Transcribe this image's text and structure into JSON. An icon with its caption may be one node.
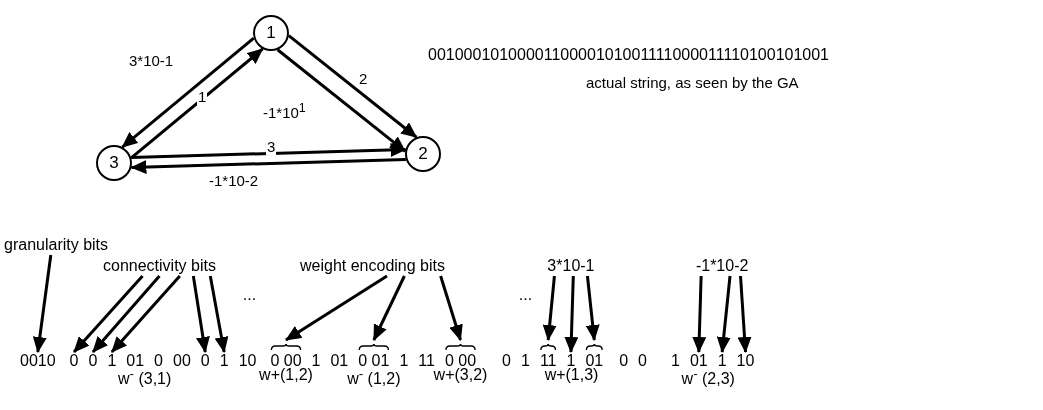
{
  "diagram": {
    "nodes": [
      {
        "text": [
          "1"
        ]
      },
      {
        "text": [
          "2"
        ]
      },
      {
        "text": [
          "3"
        ]
      },
      {
        "text": [
          "granularity bits"
        ]
      },
      {
        "text": [
          "connectivity bits"
        ]
      },
      {
        "text": [
          "weight encoding bits"
        ]
      },
      {
        "text": [
          "3*10-1"
        ]
      },
      {
        "text": [
          "-1*10-2"
        ]
      },
      {
        "text": [
          "0010"
        ]
      },
      {
        "text": [
          "0"
        ]
      },
      {
        "text": [
          "0"
        ]
      },
      {
        "text": [
          "1"
        ]
      },
      {
        "text": [
          "0"
        ]
      },
      {
        "text": [
          "1"
        ]
      },
      {
        "text": [
          "0 00"
        ]
      },
      {
        "text": [
          "0 01"
        ]
      },
      {
        "text": [
          "0 00"
        ]
      },
      {
        "text": [
          "11"
        ]
      },
      {
        "text": [
          "1"
        ]
      },
      {
        "text": [
          "01"
        ]
      },
      {
        "text": [
          "01"
        ]
      },
      {
        "text": [
          "1"
        ]
      },
      {
        "text": [
          "10"
        ]
      }
    ],
    "edges": [
      {
        "from": 0,
        "to": 2,
        "arrow": "to",
        "label": "3*10-1"
      },
      {
        "from": 2,
        "to": 0,
        "arrow": "to",
        "label": "1"
      },
      {
        "from": 0,
        "to": 1,
        "arrow": "to",
        "label": "2"
      },
      {
        "from": 0,
        "to": 1,
        "arrow": "to",
        "label": "-1*10$^{1}$"
      },
      {
        "from": 2,
        "to": 1,
        "arrow": "to",
        "label": "3"
      },
      {
        "from": 1,
        "to": 2,
        "arrow": "to",
        "label": "-1*10-2"
      },
      {
        "from": 3,
        "to": 8,
        "arrow": "to"
      },
      {
        "from": 4,
        "to": 9,
        "arrow": "to"
      },
      {
        "from": 4,
        "to": 10,
        "arrow": "to"
      },
      {
        "from": 4,
        "to": 11,
        "arrow": "to"
      },
      {
        "from": 4,
        "to": 12,
        "arrow": "to"
      },
      {
        "from": 4,
        "to": 13,
        "arrow": "to"
      },
      {
        "from": 5,
        "to": 14,
        "arrow": "to"
      },
      {
        "from": 5,
        "to": 15,
        "arrow": "to"
      },
      {
        "from": 5,
        "to": 16,
        "arrow": "to"
      },
      {
        "from": 6,
        "to": 17,
        "arrow": "to"
      },
      {
        "from": 6,
        "to": 18,
        "arrow": "to"
      },
      {
        "from": 6,
        "to": 19,
        "arrow": "to"
      },
      {
        "from": 7,
        "to": 20,
        "arrow": "to"
      },
      {
        "from": 7,
        "to": 21,
        "arrow": "to"
      },
      {
        "from": 7,
        "to": 22,
        "arrow": "to"
      }
    ],
    "labels": [
      "0010001010000110000101001111000011110100101001",
      "actual string, as seen by the GA",
      "...",
      "...",
      "01",
      "0",
      "00",
      "10",
      "1",
      "01",
      "1",
      "11",
      "0",
      "1",
      "0",
      "0",
      "1",
      "w$^{-}$ (3,1)",
      "w+(1,2)",
      "w$^{-}$ (1,2)",
      "w+(3,2)",
      "w+(1,3)",
      "w$^{-}$ (2,3)"
    ]
  }
}
